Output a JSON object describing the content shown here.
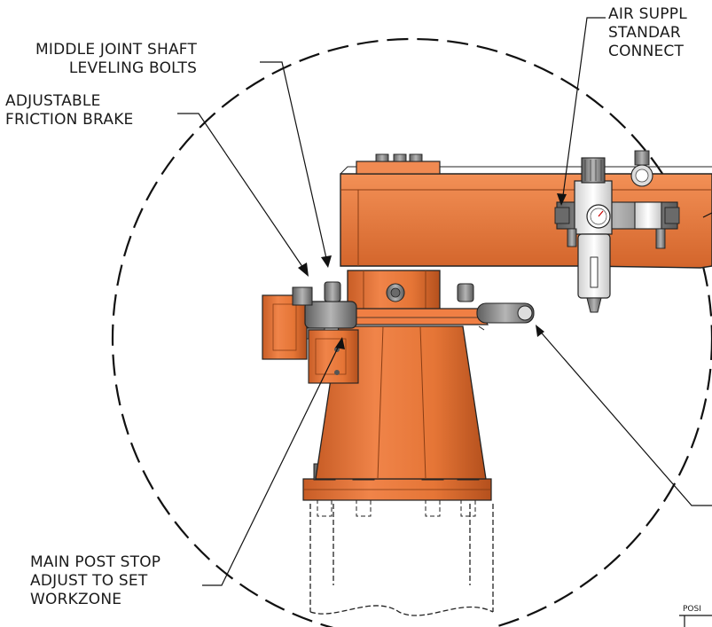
{
  "callouts": {
    "middle_joint": {
      "line1": "MIDDLE JOINT SHAFT",
      "line2": "LEVELING BOLTS"
    },
    "friction_brake": {
      "line1": "ADJUSTABLE",
      "line2": "FRICTION BRAKE"
    },
    "air_supply": {
      "line1": "AIR SUPPL",
      "line2": "STANDAR",
      "line3": "CONNECT"
    },
    "main_post_stop": {
      "line1": "MAIN POST STOP",
      "line2": "ADJUST TO SET",
      "line3": "WORKZONE"
    },
    "table_fragment": "POSI"
  },
  "colors": {
    "body_orange": "#e8763a",
    "body_shadow": "#b9521f",
    "steel": "#8a8a8a",
    "line": "#111111"
  }
}
